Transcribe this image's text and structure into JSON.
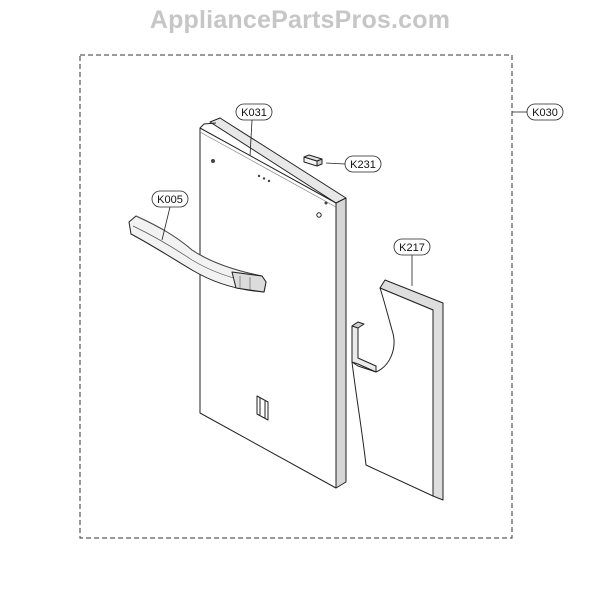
{
  "watermark": "AppliancePartsPros.com",
  "callouts": {
    "assembly": "K030",
    "door_panel": "K031",
    "handle": "K005",
    "bracket": "K231",
    "cover_panel": "K217"
  }
}
